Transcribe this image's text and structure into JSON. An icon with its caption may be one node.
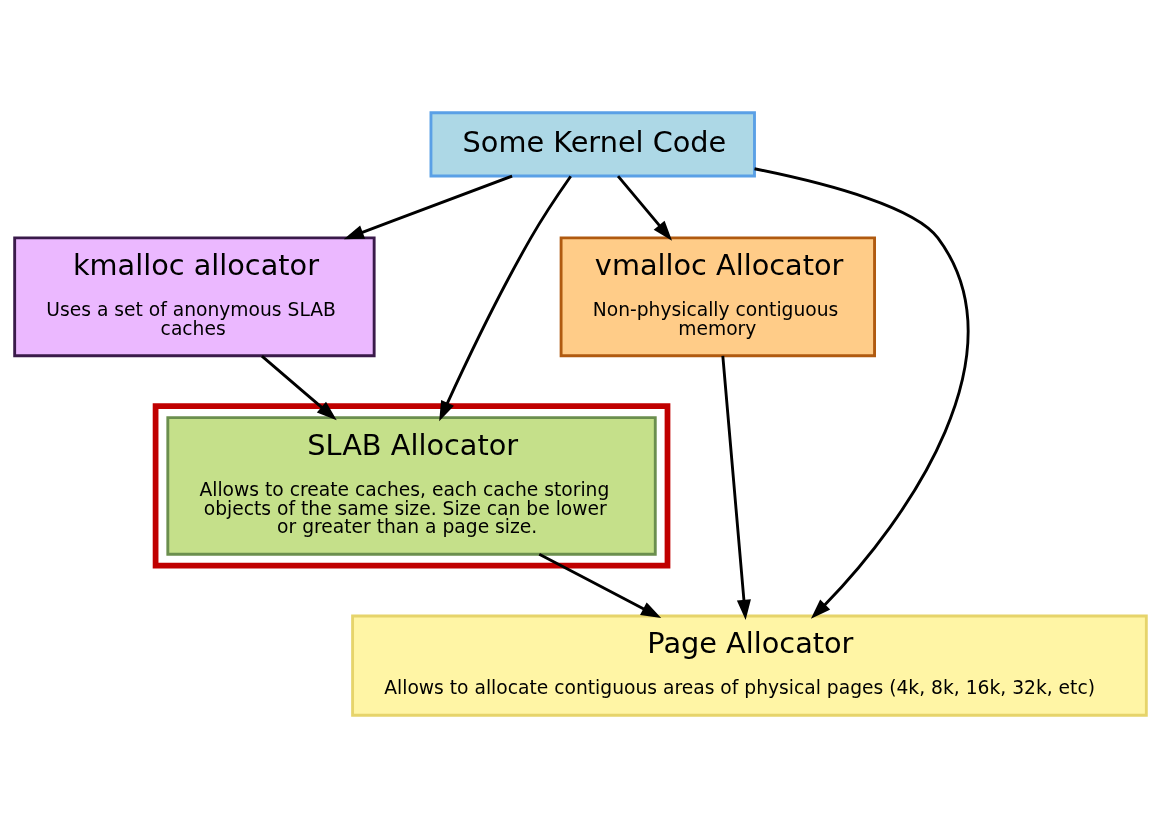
{
  "diagram": {
    "nodes": [
      {
        "text": [
          "Some Kernel Code"
        ]
      },
      {
        "text": [
          "kmalloc allocator",
          "Uses a set of anonymous SLAB caches"
        ]
      },
      {
        "text": [],
        "shape": "box"
      },
      {
        "text": [
          "SLAB Allocator",
          "Allows to create caches, each cache storing objects of the same size. Size can be lower or greater than a page size."
        ],
        "in": 2
      },
      {
        "text": [
          "vmalloc Allocator",
          "Non-physically contiguous memory"
        ]
      },
      {
        "text": [
          "Page Allocator",
          "Allows to allocate contiguous areas of physical pages (4k, 8k, 16k, 32k, etc)"
        ]
      }
    ],
    "edges": [
      {
        "from": 0,
        "to": 1,
        "arrow": "to"
      },
      {
        "from": 0,
        "to": 3,
        "arrow": "to"
      },
      {
        "from": 0,
        "to": 5,
        "arrow": "to"
      },
      {
        "from": 0,
        "to": 4,
        "arrow": "to"
      },
      {
        "from": 1,
        "to": 3,
        "arrow": "to"
      },
      {
        "from": 3,
        "to": 5,
        "arrow": "to"
      },
      {
        "from": 4,
        "to": 5,
        "arrow": "to"
      }
    ]
  }
}
